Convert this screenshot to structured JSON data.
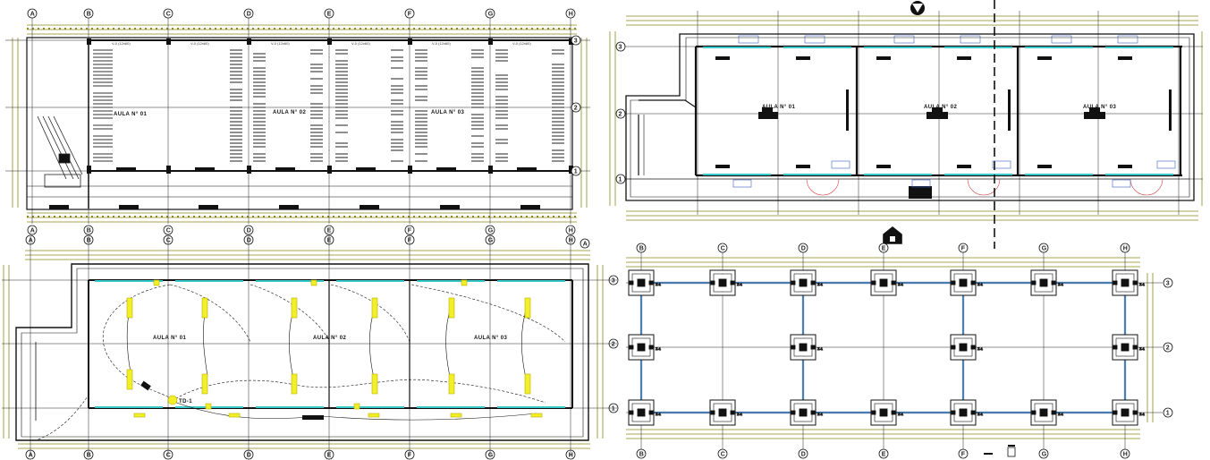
{
  "colors": {
    "background": "#ffffff",
    "wall": "#111111",
    "dimension_line": "#8a8a1e",
    "gridline": "#222222",
    "glazing": "#37c9c9",
    "luminaire": "#f2ee2a",
    "annotation_blue": "#3a5fc8",
    "door_swing": "#d04040"
  },
  "plans": {
    "roof": {
      "name": "roof-plan",
      "axes_letters": [
        "A",
        "B",
        "C",
        "D",
        "E",
        "F",
        "G",
        "H"
      ],
      "axes_numbers": [
        "3",
        "2",
        "1"
      ],
      "rooms": [
        "AULA N° 01",
        "AULA N° 02",
        "AULA N° 03"
      ],
      "roof_notes": [
        "V-0 (12x60)",
        "V-0 (12x60)",
        "V-0 (12x60)",
        "V-0 (12x60)",
        "V-0 (12x60)",
        "V-0 (12x60)"
      ]
    },
    "floor": {
      "name": "floor-plan",
      "axes_numbers": [
        "3",
        "2",
        "1"
      ],
      "rooms": [
        "AULA N° 01",
        "AULA N° 02",
        "AULA N° 03"
      ]
    },
    "lighting": {
      "name": "lighting-plan",
      "axes_letters": [
        "A",
        "B",
        "C",
        "D",
        "E",
        "F",
        "G",
        "H"
      ],
      "axes_numbers": [
        "3",
        "2",
        "1"
      ],
      "rooms": [
        "AULA N° 01",
        "AULA N° 02",
        "AULA N° 03"
      ],
      "board_label": "TD-1"
    },
    "foundation": {
      "name": "foundation-plan",
      "axes_letters": [
        "B",
        "C",
        "D",
        "E",
        "F",
        "G",
        "H"
      ],
      "axes_numbers": [
        "3",
        "2",
        "1"
      ],
      "column_tag": "Z-1"
    }
  }
}
